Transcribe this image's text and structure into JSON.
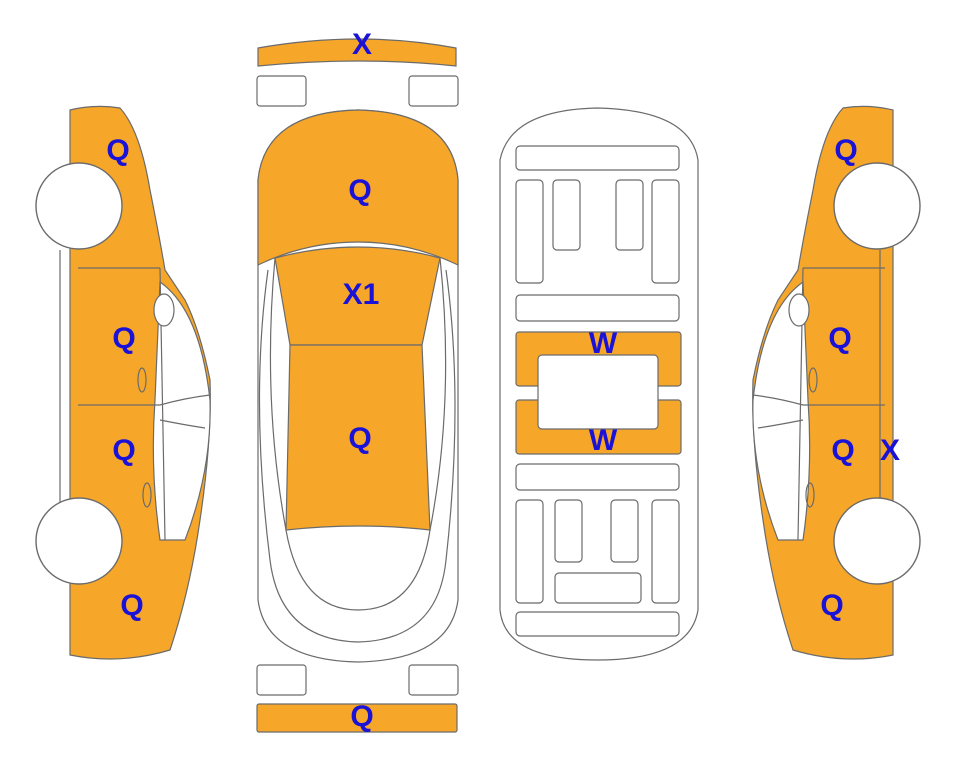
{
  "colors": {
    "damage_fill": "#f6a629",
    "outline": "#6b6b6b",
    "label": "#1a12d6"
  },
  "marks": {
    "front_bumper": "X",
    "rear_bumper": "Q",
    "hood": "Q",
    "windshield": "X1",
    "roof": "Q",
    "floor_front": "W",
    "floor_rear": "W",
    "left_front_fender": "Q",
    "left_front_door": "Q",
    "left_rear_door": "Q",
    "left_rear_quarter": "Q",
    "right_front_fender": "Q",
    "right_front_door": "Q",
    "right_rear_door": "Q",
    "right_rear_door_extra": "X",
    "right_rear_quarter": "Q"
  }
}
